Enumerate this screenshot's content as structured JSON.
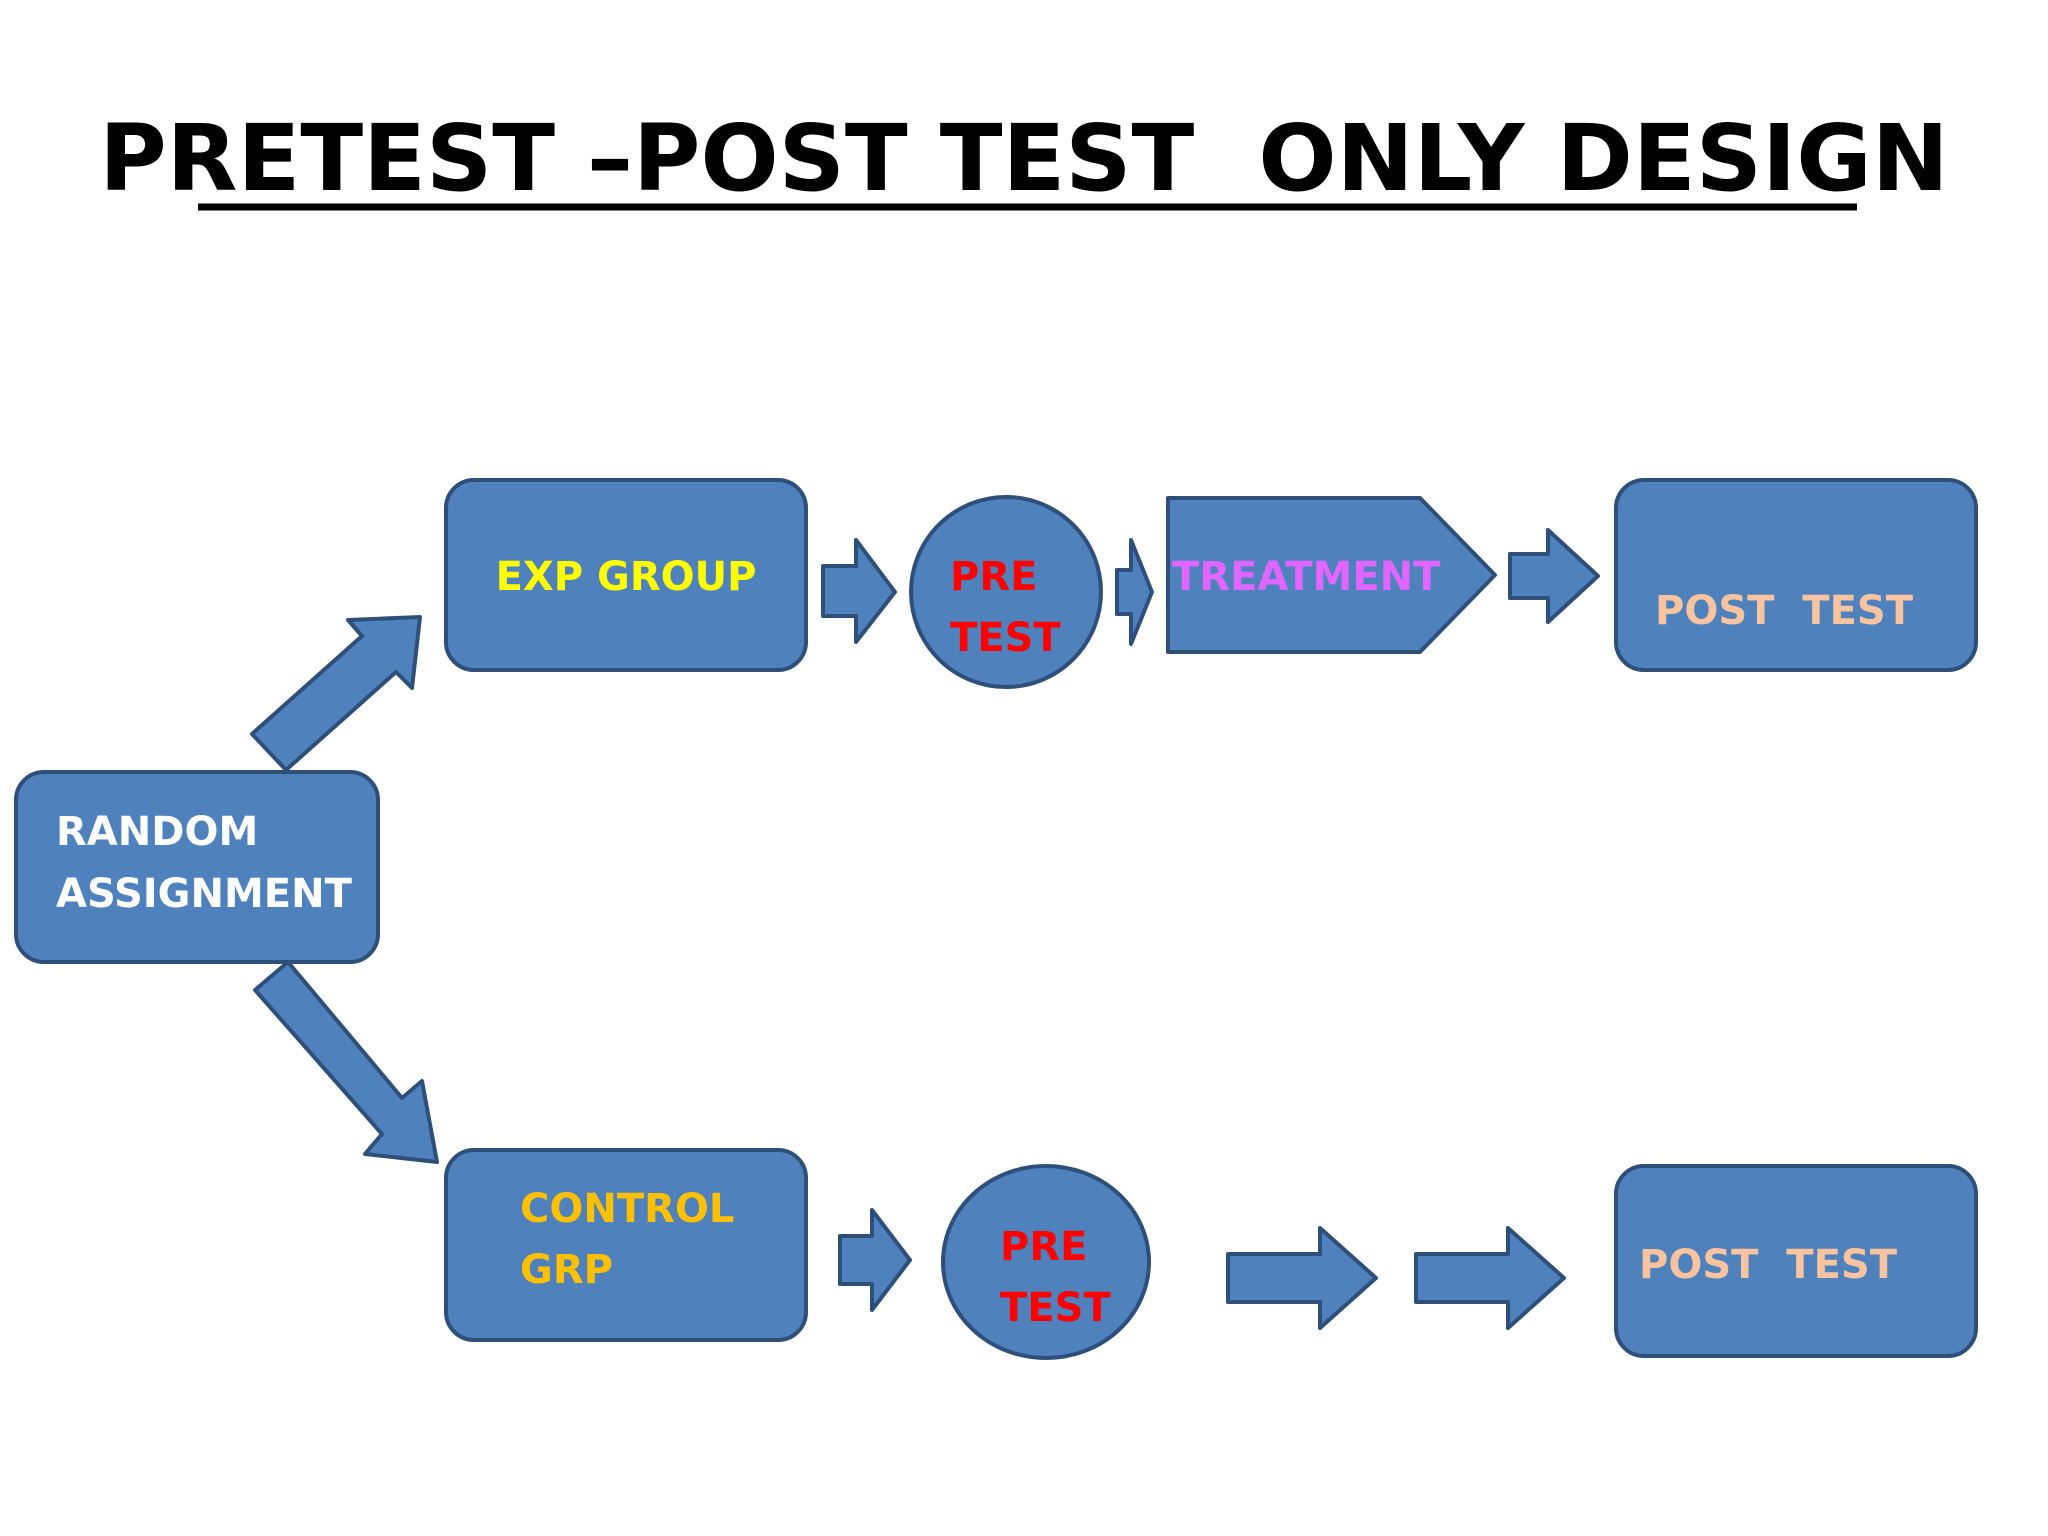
{
  "title": "PRETEST –POST TEST  ONLY DESIGN",
  "colors": {
    "shape_fill": "#4f81bd",
    "shape_stroke": "#2e4f7a",
    "random_assignment_text": "#ffffff",
    "exp_group_text": "#ffff00",
    "control_group_text": "#ffc000",
    "pre_test_text": "#ff0000",
    "treatment_text": "#e066ff",
    "post_test_text": "#f8c4a0"
  },
  "nodes": {
    "random_assignment": {
      "line1": "RANDOM",
      "line2": "ASSIGNMENT"
    },
    "exp_group": {
      "label": "EXP GROUP"
    },
    "exp_pre_test": {
      "line1": "PRE",
      "line2": "TEST"
    },
    "treatment": {
      "label": "TREATMENT"
    },
    "exp_post_test": {
      "label": "POST  TEST"
    },
    "control_group": {
      "line1": "CONTROL",
      "line2": "GRP"
    },
    "control_pre_test": {
      "line1": "PRE",
      "line2": "TEST"
    },
    "control_post_test": {
      "label": "POST  TEST"
    }
  }
}
